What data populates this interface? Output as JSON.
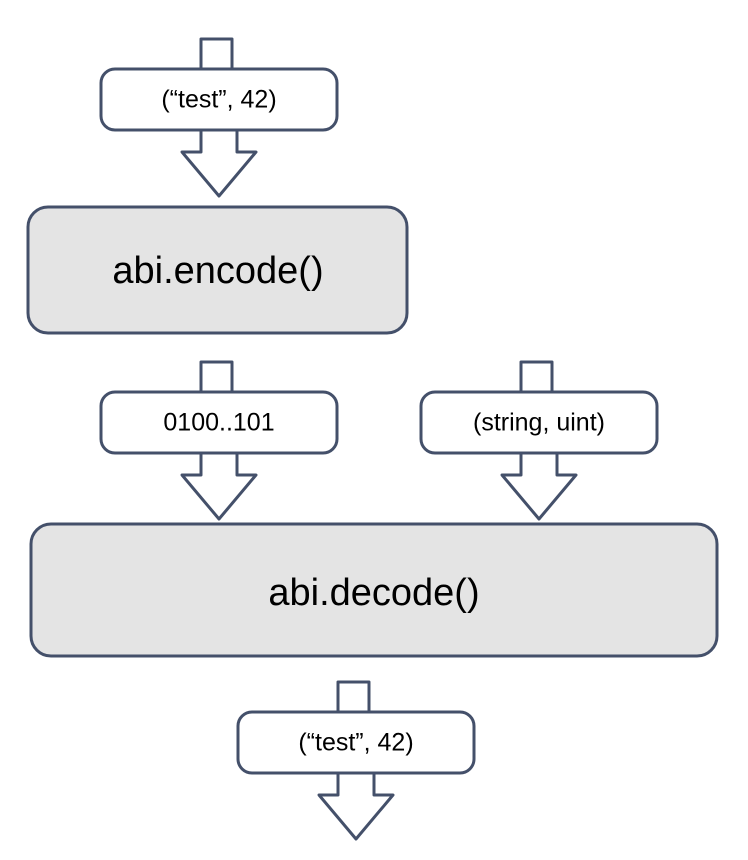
{
  "diagram": {
    "title": "abi.encode / abi.decode data flow",
    "colors": {
      "stroke": "#44506a",
      "process_fill": "#e4e4e4",
      "data_fill": "#ffffff",
      "text": "#000000",
      "background": "#ffffff"
    },
    "nodes": [
      {
        "id": "input-tuple",
        "kind": "data-box",
        "label": "(“test”, 42)",
        "fill": "#ffffff"
      },
      {
        "id": "abi-encode",
        "kind": "process-box",
        "label": "abi.encode()",
        "fill": "#e4e4e4"
      },
      {
        "id": "encoded-bytes",
        "kind": "data-box",
        "label": "0100..101",
        "fill": "#ffffff"
      },
      {
        "id": "type-tuple",
        "kind": "data-box",
        "label": "(string, uint)",
        "fill": "#ffffff"
      },
      {
        "id": "abi-decode",
        "kind": "process-box",
        "label": "abi.decode()",
        "fill": "#e4e4e4"
      },
      {
        "id": "output-tuple",
        "kind": "data-box",
        "label": "(“test”, 42)",
        "fill": "#ffffff"
      }
    ],
    "connectors": [
      {
        "id": "stub-into-input",
        "kind": "stub",
        "from": "external",
        "to": "input-tuple"
      },
      {
        "id": "arrow-input-to-encode",
        "kind": "arrow",
        "from": "input-tuple",
        "to": "abi-encode"
      },
      {
        "id": "stub-into-bytes",
        "kind": "stub",
        "from": "abi-encode",
        "to": "encoded-bytes"
      },
      {
        "id": "arrow-bytes-to-decode",
        "kind": "arrow",
        "from": "encoded-bytes",
        "to": "abi-decode"
      },
      {
        "id": "stub-into-types",
        "kind": "stub",
        "from": "external",
        "to": "type-tuple"
      },
      {
        "id": "arrow-types-to-decode",
        "kind": "arrow",
        "from": "type-tuple",
        "to": "abi-decode"
      },
      {
        "id": "stub-into-output",
        "kind": "stub",
        "from": "abi-decode",
        "to": "output-tuple"
      },
      {
        "id": "arrow-output-external",
        "kind": "arrow",
        "from": "output-tuple",
        "to": "external"
      }
    ]
  }
}
